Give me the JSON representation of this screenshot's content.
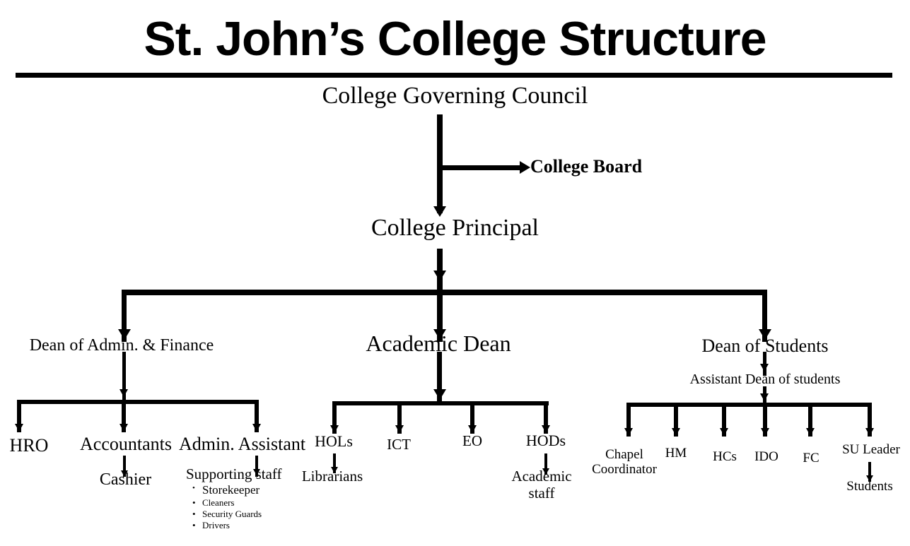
{
  "title": "St. John’s College Structure",
  "chart_data": {
    "type": "diagram",
    "diagram_kind": "organizational-chart",
    "title": "St. John’s College Structure",
    "nodes": {
      "governing_council": "College Governing Council",
      "college_board": "College  Board",
      "principal": "College Principal",
      "dean_admin_finance": "Dean of Admin. & Finance",
      "academic_dean": "Academic Dean",
      "dean_of_students": "Dean  of Students",
      "assistant_dean_students": "Assistant Dean of students",
      "hro": "HRO",
      "accountants": "Accountants",
      "admin_assistant": "Admin. Assistant",
      "cashier": "Cashier",
      "supporting_staff": "Supporting staff",
      "hols": "HOLs",
      "ict": "ICT",
      "eo": "EO",
      "hods": "HODs",
      "librarians": "Librarians",
      "academic_staff": "Academic staff",
      "chapel_coordinator_line1": "Chapel",
      "chapel_coordinator_line2": "Coordinator",
      "hm": "HM",
      "hcs": "HCs",
      "ido": "IDO",
      "fc": "FC",
      "su_leader": "SU Leader",
      "students": "Students"
    },
    "supporting_staff_items": [
      "Storekeeper",
      "Cleaners",
      "Security Guards",
      "Drivers"
    ],
    "edges": [
      {
        "from": "governing_council",
        "to": "college_board",
        "direction": "right"
      },
      {
        "from": "governing_council",
        "to": "principal",
        "direction": "down"
      },
      {
        "from": "principal",
        "to": "dean_admin_finance",
        "direction": "down"
      },
      {
        "from": "principal",
        "to": "academic_dean",
        "direction": "down"
      },
      {
        "from": "principal",
        "to": "dean_of_students",
        "direction": "down"
      },
      {
        "from": "dean_admin_finance",
        "to": "hro",
        "direction": "down"
      },
      {
        "from": "dean_admin_finance",
        "to": "accountants",
        "direction": "down"
      },
      {
        "from": "dean_admin_finance",
        "to": "admin_assistant",
        "direction": "down"
      },
      {
        "from": "accountants",
        "to": "cashier",
        "direction": "down"
      },
      {
        "from": "admin_assistant",
        "to": "supporting_staff",
        "direction": "down"
      },
      {
        "from": "academic_dean",
        "to": "hols",
        "direction": "down"
      },
      {
        "from": "academic_dean",
        "to": "ict",
        "direction": "down"
      },
      {
        "from": "academic_dean",
        "to": "eo",
        "direction": "down"
      },
      {
        "from": "academic_dean",
        "to": "hods",
        "direction": "down"
      },
      {
        "from": "hols",
        "to": "librarians",
        "direction": "down"
      },
      {
        "from": "hods",
        "to": "academic_staff",
        "direction": "down"
      },
      {
        "from": "dean_of_students",
        "to": "assistant_dean_students",
        "direction": "down"
      },
      {
        "from": "assistant_dean_students",
        "to": "chapel_coordinator_line1",
        "direction": "down"
      },
      {
        "from": "assistant_dean_students",
        "to": "hm",
        "direction": "down"
      },
      {
        "from": "assistant_dean_students",
        "to": "hcs",
        "direction": "down"
      },
      {
        "from": "assistant_dean_students",
        "to": "ido",
        "direction": "down"
      },
      {
        "from": "assistant_dean_students",
        "to": "fc",
        "direction": "down"
      },
      {
        "from": "assistant_dean_students",
        "to": "su_leader",
        "direction": "down"
      },
      {
        "from": "su_leader",
        "to": "students",
        "direction": "down"
      }
    ],
    "colors": {
      "ink": "#000000",
      "background": "#ffffff"
    }
  }
}
